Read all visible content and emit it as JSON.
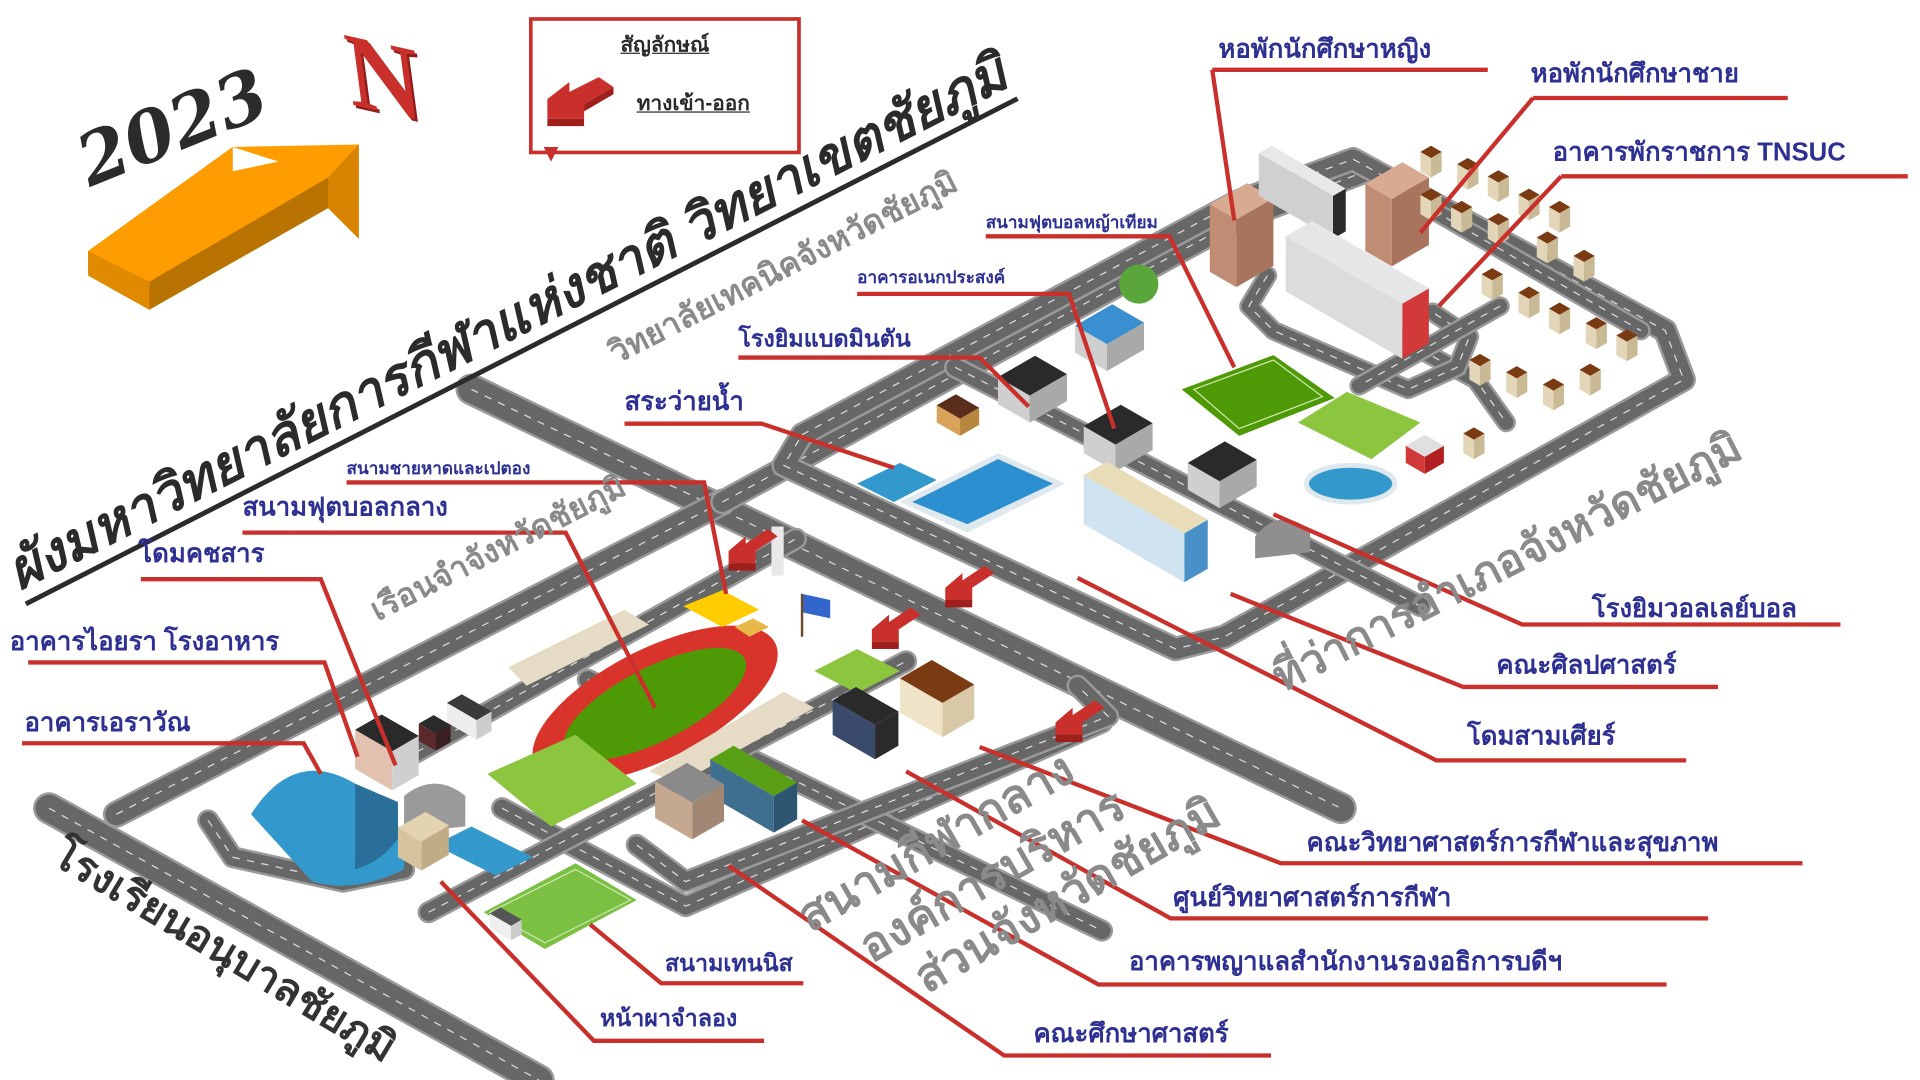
{
  "title": "ผังมหาวิทยาลัยการกีฬาแห่งชาติ วิทยาเขตชัยภูมิ",
  "year": "2023",
  "north_label": "N",
  "legend": {
    "title": "สัญลักษณ์",
    "entrance_label": "ทางเข้า-ออก"
  },
  "road_names": {
    "north_west": "วิทยาลัยเทคนิคจังหวัดชัยภูมิ",
    "east": "ที่ว่าการอำเภอจังหวัดชัยภูมิ",
    "prison": "เรือนจำจังหวัดชัยภูมิ",
    "stadium_line1": "สนามกีฬากลาง",
    "stadium_line2": "องค์การบริหาร",
    "stadium_line3": "ส่วนจังหวัดชัยภูมิ",
    "school": "โรงเรียนอนุบาลชัยภูมิ"
  },
  "labels": {
    "women_dorm": "หอพักนักศึกษาหญิง",
    "men_dorm": "หอพักนักศึกษาชาย",
    "staff_housing": "อาคารพักราชการ TNSUC",
    "turf_field": "สนามฟุตบอลหญ้าเทียม",
    "multipurpose": "อาคารอเนกประสงค์",
    "badminton_gym": "โรงยิมแบดมินตัน",
    "pool": "สระว่ายน้ำ",
    "beach_petanque": "สนามชายหาดและเปตอง",
    "central_football": "สนามฟุตบอลกลาง",
    "dome_kochasarn": "โดมคชสาร",
    "aiyara_canteen": "อาคารไอยรา โรงอาหาร",
    "erawan": "อาคารเอราวัณ",
    "volleyball_gym": "โรงยิมวอลเลย์บอล",
    "liberal_arts": "คณะศิลปศาสตร์",
    "dome_three_heads": "โดมสามเศียร์",
    "sports_science_health": "คณะวิทยาศาสตร์การกีฬาและสุขภาพ",
    "sports_science_center": "ศูนย์วิทยาศาสตร์การกีฬา",
    "phaya_lae": "อาคารพญาแลสำนักงานรองอธิการบดีฯ",
    "education": "คณะศึกษาศาสตร์",
    "tennis": "สนามเทนนิส",
    "climbing_wall": "หน้าผาจำลอง"
  },
  "colors": {
    "label": "#2e3192",
    "leader": "#c9302c",
    "road": "#676767",
    "arrow": "#f39a00"
  }
}
